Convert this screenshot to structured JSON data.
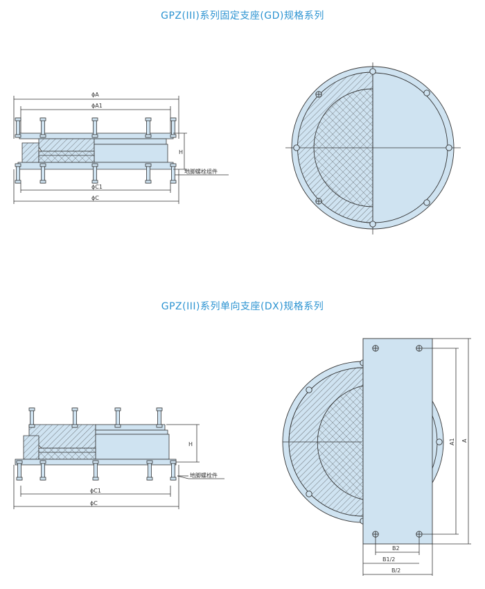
{
  "colors": {
    "title": "#2b93d1",
    "fill": "#cfe3f1",
    "line": "#333333"
  },
  "section1": {
    "title": "GPZ(III)系列固定支座(GD)规格系列",
    "labels": {
      "phiA": "ϕA",
      "phiA1": "ϕA1",
      "H": "H",
      "anchor": "地脚螺栓组件",
      "phiC1": "ϕC1",
      "phiC": "ϕC"
    }
  },
  "section2": {
    "title": "GPZ(III)系列单向支座(DX)规格系列",
    "labels": {
      "H": "H",
      "anchor": "地脚螺栓件",
      "phiC1": "ϕC1",
      "phiC": "ϕC",
      "A1": "A1",
      "A": "A",
      "B2": "B2",
      "B1half": "B1/2",
      "Bhalf": "B/2"
    }
  }
}
